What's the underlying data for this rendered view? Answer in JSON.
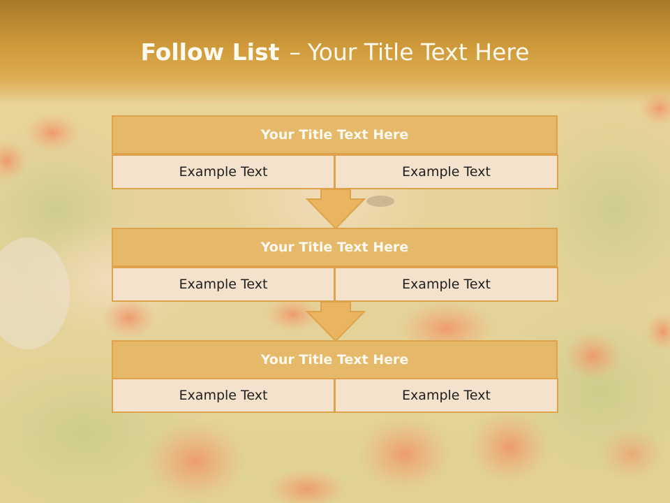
{
  "slide": {
    "title_bold": "Follow List",
    "title_separator": "–",
    "title_rest": "Your Title Text Here"
  },
  "blocks": [
    {
      "header": "Your Title Text Here",
      "cells": [
        "Example Text",
        "Example Text"
      ]
    },
    {
      "header": "Your Title Text Here",
      "cells": [
        "Example Text",
        "Example Text"
      ]
    },
    {
      "header": "Your Title Text Here",
      "cells": [
        "Example Text",
        "Example Text"
      ]
    }
  ],
  "colors": {
    "title_band": "#cf9a3a",
    "header_fill": "#e6b86a",
    "cell_fill": "#f4e2cc",
    "border": "#dda24a",
    "arrow_fill": "#e9b561"
  }
}
